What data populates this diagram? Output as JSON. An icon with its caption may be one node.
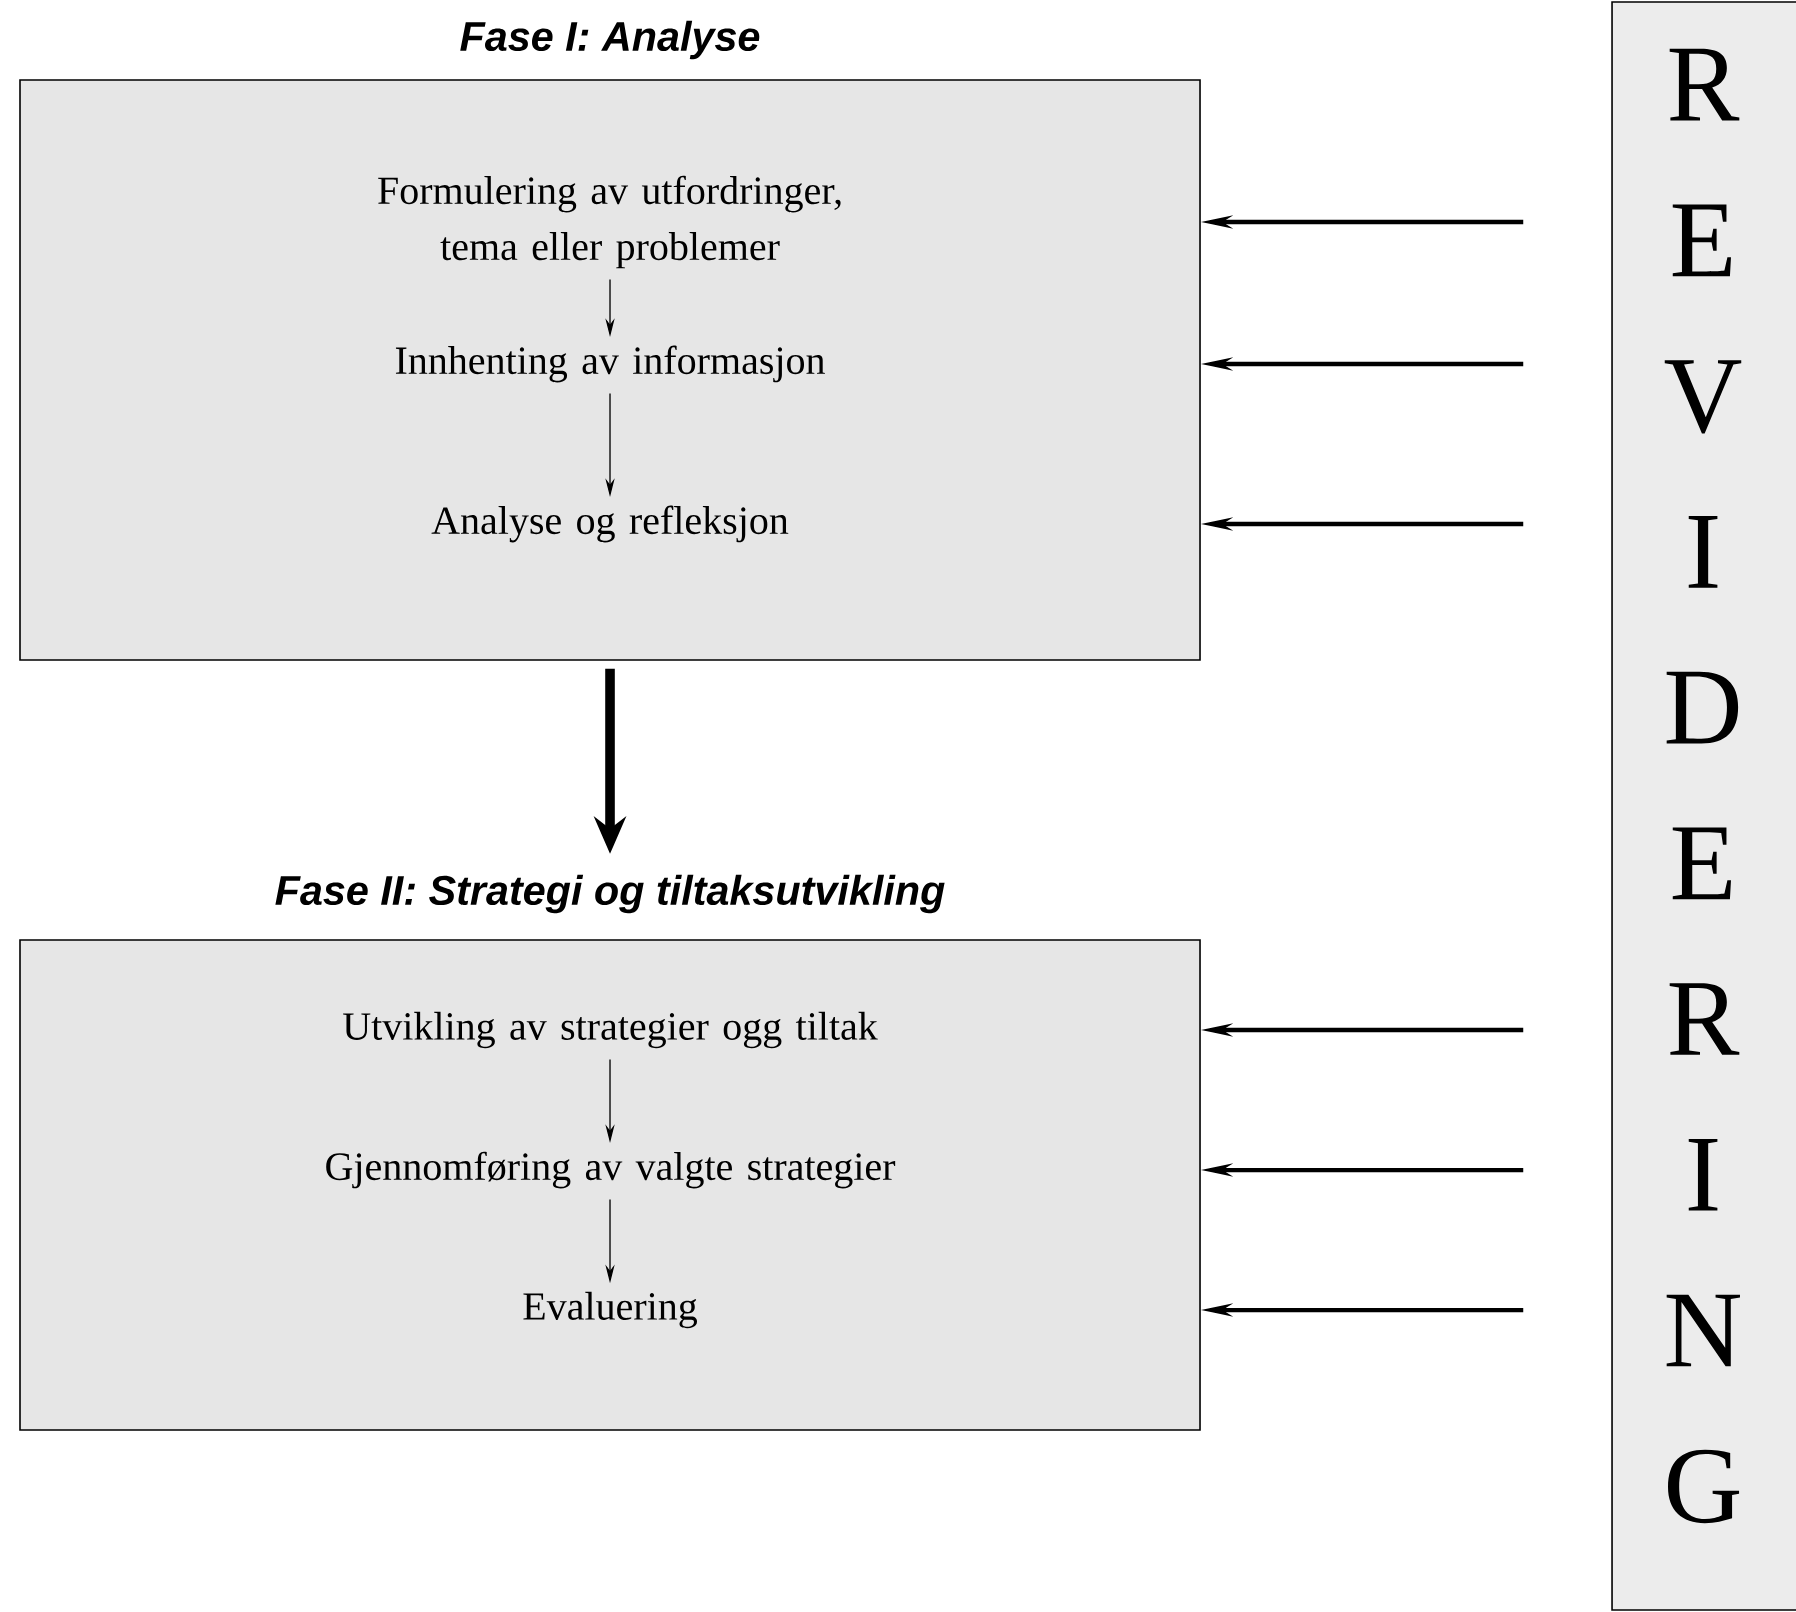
{
  "diagram": {
    "nodes": [
      {
        "text": [
          "Fase I: Analyse"
        ]
      },
      {
        "text": [
          "Formulering av utfordringer, tema eller problemer"
        ],
        "in": 0
      },
      {
        "text": [
          "Innhenting av informasjon"
        ],
        "in": 0
      },
      {
        "text": [
          "Analyse og refleksjon"
        ],
        "in": 0
      },
      {
        "text": [
          "Fase II: Strategi og tiltaksutvikling"
        ]
      },
      {
        "text": [
          "Utvikling av strategier ogg tiltak"
        ],
        "in": 4
      },
      {
        "text": [
          "Gjennomføring av valgte strategier"
        ],
        "in": 4
      },
      {
        "text": [
          "Evaluering"
        ],
        "in": 4
      },
      {
        "text": [
          "REVIDERING"
        ]
      }
    ],
    "edges": [
      {
        "from": 1,
        "to": 2,
        "arrow": "to"
      },
      {
        "from": 2,
        "to": 3,
        "arrow": "to"
      },
      {
        "from": 0,
        "to": 4,
        "arrow": "to",
        "style": "thick"
      },
      {
        "from": 5,
        "to": 6,
        "arrow": "to"
      },
      {
        "from": 6,
        "to": 7,
        "arrow": "to"
      },
      {
        "from": 8,
        "to": 0,
        "arrow": "to"
      },
      {
        "from": 8,
        "to": 0,
        "arrow": "to"
      },
      {
        "from": 8,
        "to": 0,
        "arrow": "to"
      },
      {
        "from": 8,
        "to": 4,
        "arrow": "to"
      },
      {
        "from": 8,
        "to": 4,
        "arrow": "to"
      },
      {
        "from": 8,
        "to": 4,
        "arrow": "to"
      }
    ]
  }
}
